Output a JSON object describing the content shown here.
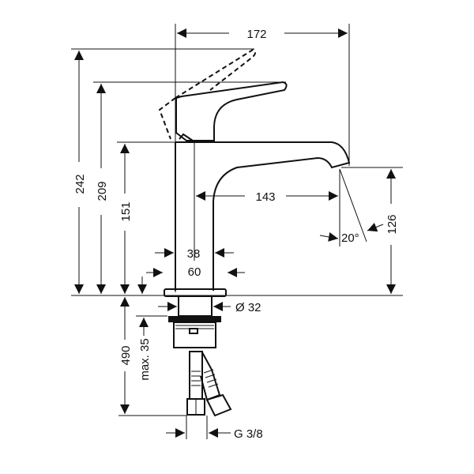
{
  "drawing": {
    "title": "Basin mixer dimension drawing",
    "dimensions": {
      "width_total": "172",
      "height_lever_open": "242",
      "height_lever": "209",
      "height_body": "151",
      "spout_reach": "143",
      "spout_height": "126",
      "spray_angle": "20°",
      "body_width": "38",
      "base_width": "60",
      "shank_diameter": "Ø 32",
      "hose_length": "490",
      "max_thickness": "max. 35",
      "connection_thread": "G 3/8"
    }
  }
}
